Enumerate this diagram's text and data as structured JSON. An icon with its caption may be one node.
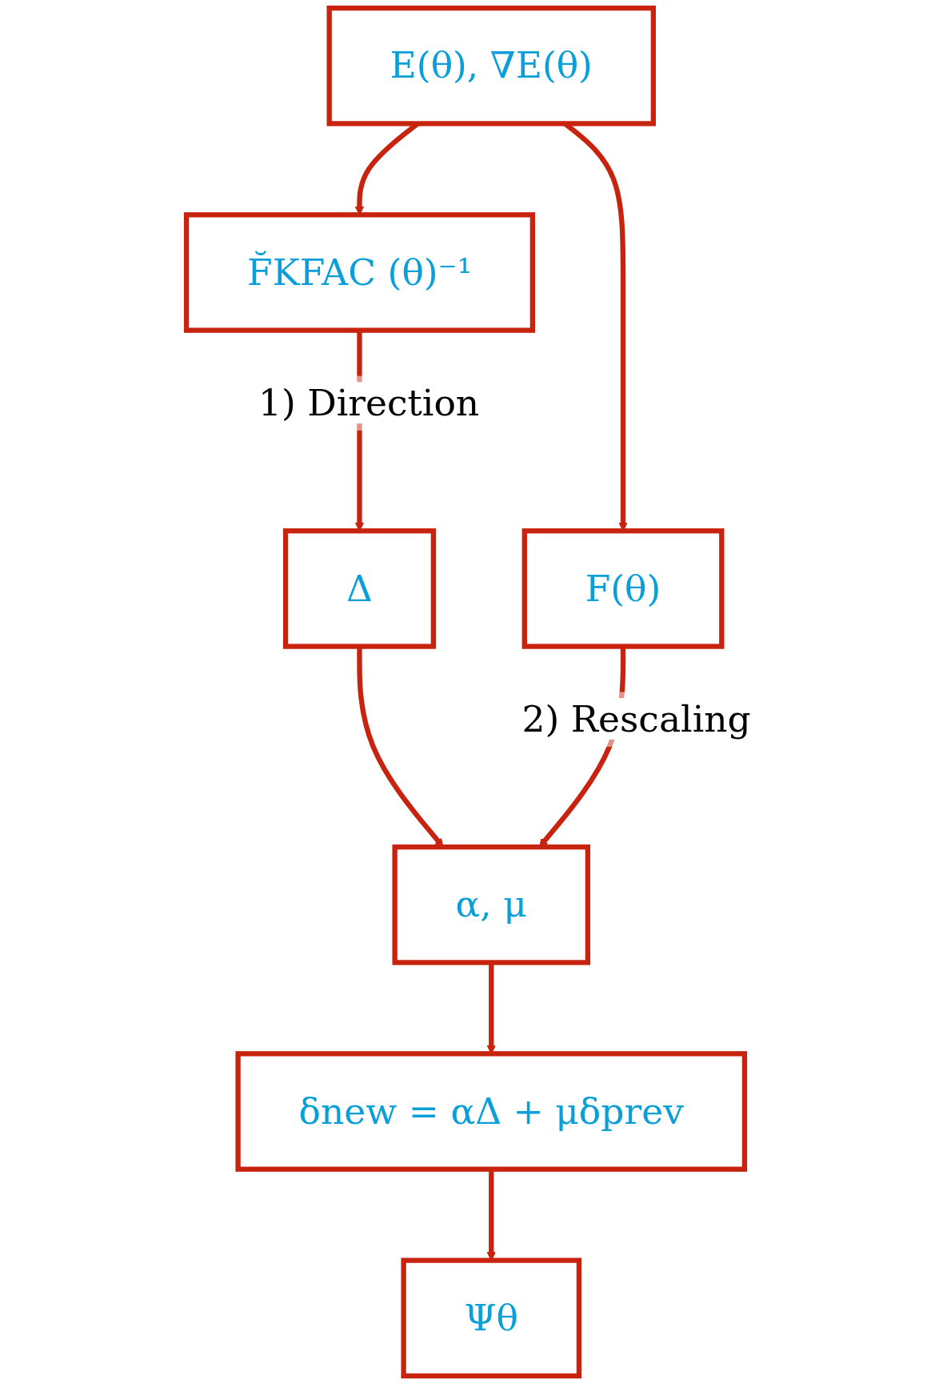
{
  "diagram": {
    "nodes": [
      {
        "text": [
          "E(θ), ∇E(θ)"
        ]
      },
      {
        "text": [
          "F̆KFAC (θ)⁻¹"
        ]
      },
      {
        "text": [
          "Δ"
        ]
      },
      {
        "text": [
          "F(θ)"
        ]
      },
      {
        "text": [
          "α, μ"
        ]
      },
      {
        "text": [
          "δnew = αΔ + μδprev"
        ]
      },
      {
        "text": [
          "Ψθ"
        ]
      }
    ],
    "edges": [
      {
        "from": 0,
        "to": 1,
        "arrow": "to"
      },
      {
        "from": 1,
        "to": 2,
        "arrow": "to",
        "label": "1) Direction"
      },
      {
        "from": 0,
        "to": 3,
        "arrow": "to"
      },
      {
        "from": 2,
        "to": 4,
        "arrow": "to"
      },
      {
        "from": 3,
        "to": 4,
        "arrow": "to",
        "label": "2) Rescaling"
      },
      {
        "from": 4,
        "to": 5,
        "arrow": "to"
      },
      {
        "from": 5,
        "to": 6,
        "arrow": "to"
      }
    ]
  }
}
